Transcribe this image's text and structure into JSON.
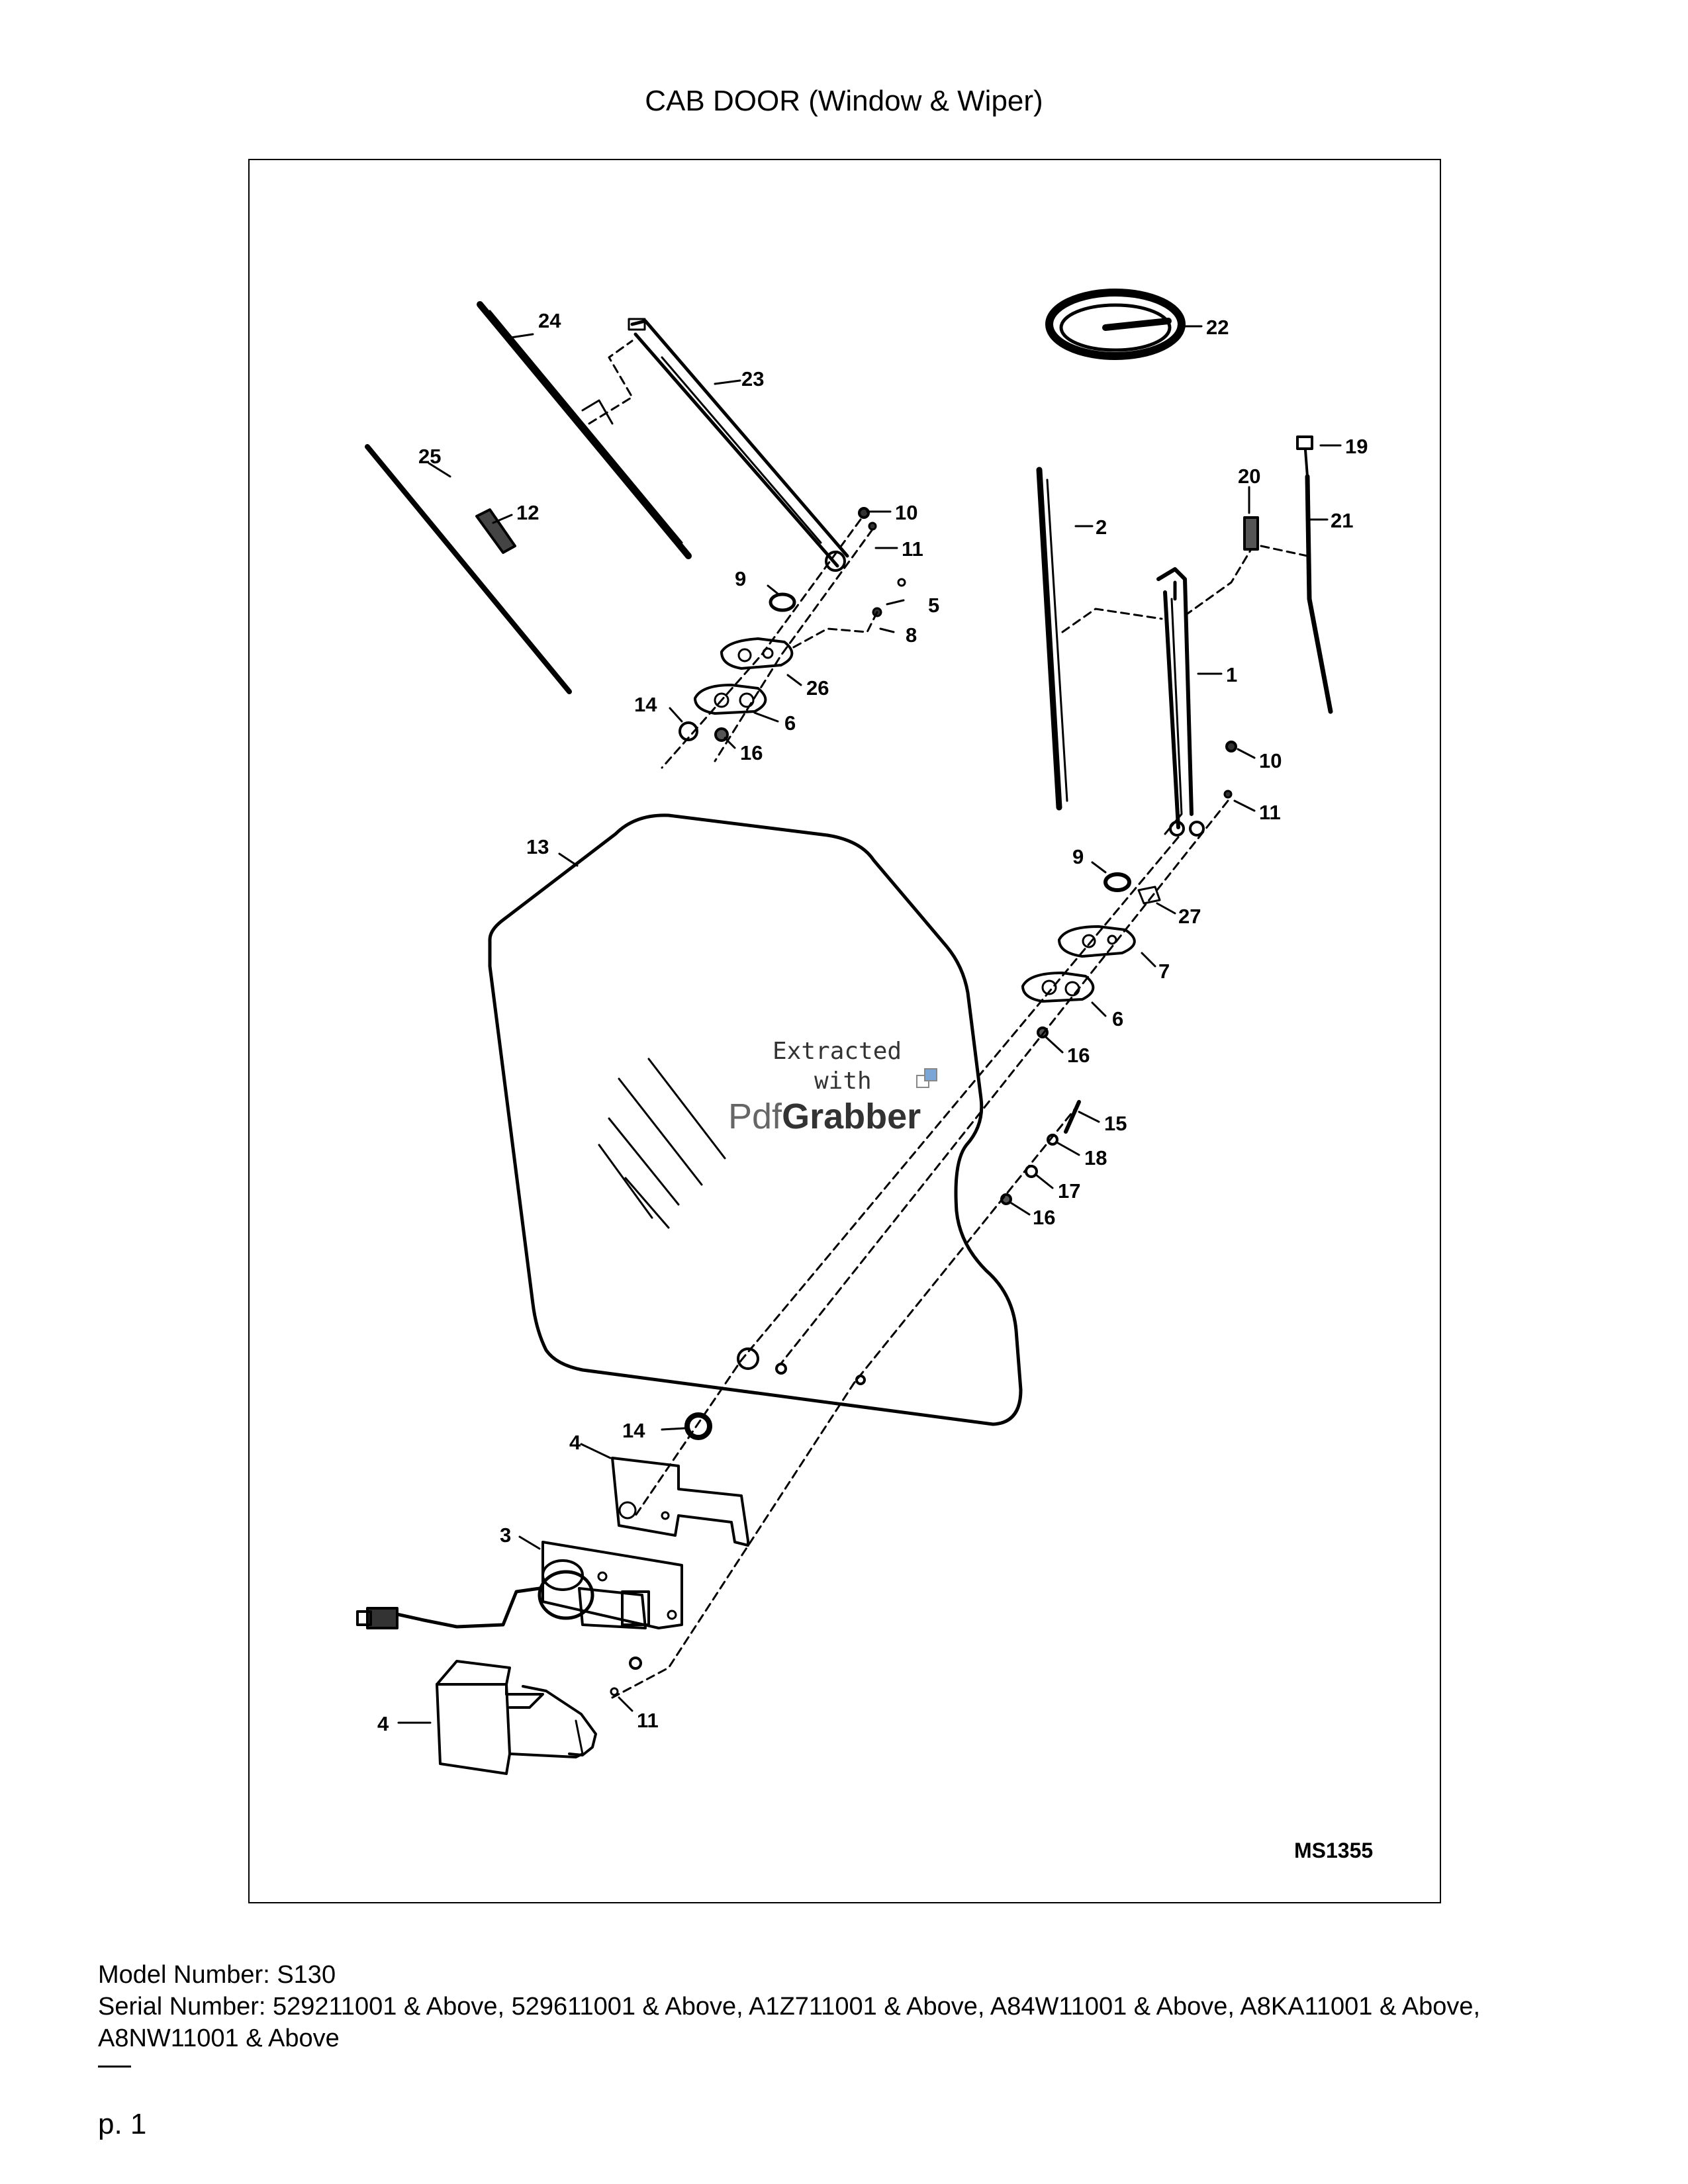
{
  "page": {
    "title": "CAB DOOR (Window & Wiper)",
    "figure_id": "MS1355",
    "model_label": "Model Number:",
    "model_value": "S130",
    "serial_label": "Serial Number:",
    "serial_value": "529211001 & Above, 529611001 & Above, A1Z711001 & Above, A84W11001 & Above, A8KA11001 & Above, A8NW11001 & Above",
    "page_number": "p. 1"
  },
  "watermark": {
    "line1": "Extracted",
    "line2": "with",
    "brand_a": "Pdf",
    "brand_b": "Grabber"
  },
  "callouts": {
    "c1": "1",
    "c2": "2",
    "c3": "3",
    "c4a": "4",
    "c4b": "4",
    "c5": "5",
    "c6a": "6",
    "c6b": "6",
    "c7": "7",
    "c8": "8",
    "c9a": "9",
    "c9b": "9",
    "c10a": "10",
    "c10b": "10",
    "c11a": "11",
    "c11b": "11",
    "c11c": "11",
    "c12": "12",
    "c13": "13",
    "c14a": "14",
    "c14b": "14",
    "c15": "15",
    "c16a": "16",
    "c16b": "16",
    "c16c": "16",
    "c17": "17",
    "c18": "18",
    "c19": "19",
    "c20": "20",
    "c21": "21",
    "c22": "22",
    "c23": "23",
    "c24": "24",
    "c25": "25",
    "c26": "26",
    "c27": "27"
  }
}
